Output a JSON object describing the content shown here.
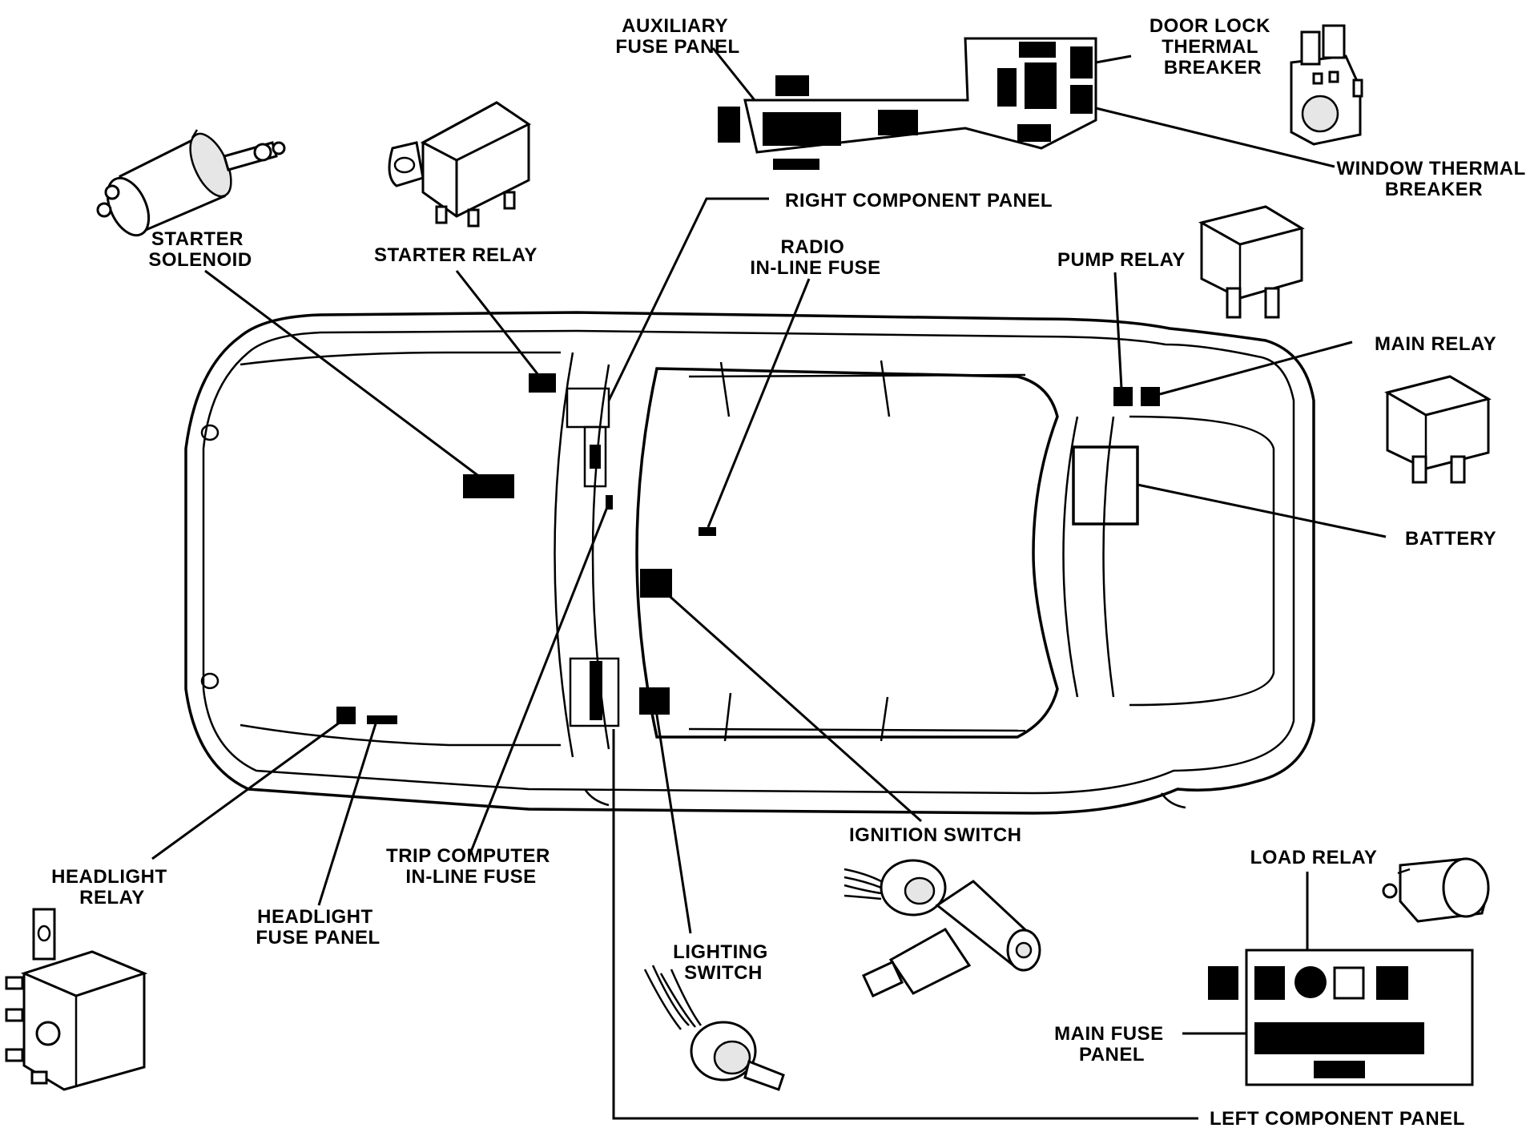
{
  "labels": {
    "auxiliary_fuse_panel": [
      "AUXILIARY",
      "FUSE PANEL"
    ],
    "door_lock_thermal_breaker": [
      "DOOR LOCK",
      "THERMAL",
      "BREAKER"
    ],
    "window_thermal_breaker": [
      "WINDOW THERMAL",
      "BREAKER"
    ],
    "right_component_panel": [
      "RIGHT COMPONENT PANEL"
    ],
    "starter_solenoid": [
      "STARTER",
      "SOLENOID"
    ],
    "starter_relay": [
      "STARTER RELAY"
    ],
    "radio_inline_fuse": [
      "RADIO",
      "IN-LINE FUSE"
    ],
    "pump_relay": [
      "PUMP RELAY"
    ],
    "main_relay": [
      "MAIN RELAY"
    ],
    "battery": [
      "BATTERY"
    ],
    "ignition_switch": [
      "IGNITION SWITCH"
    ],
    "load_relay": [
      "LOAD RELAY"
    ],
    "trip_computer_inline_fuse": [
      "TRIP COMPUTER",
      "IN-LINE FUSE"
    ],
    "headlight_relay": [
      "HEADLIGHT",
      "RELAY"
    ],
    "headlight_fuse_panel": [
      "HEADLIGHT",
      "FUSE PANEL"
    ],
    "lighting_switch": [
      "LIGHTING",
      "SWITCH"
    ],
    "main_fuse_panel": [
      "MAIN FUSE",
      "PANEL"
    ],
    "left_component_panel": [
      "LEFT COMPONENT PANEL"
    ]
  }
}
